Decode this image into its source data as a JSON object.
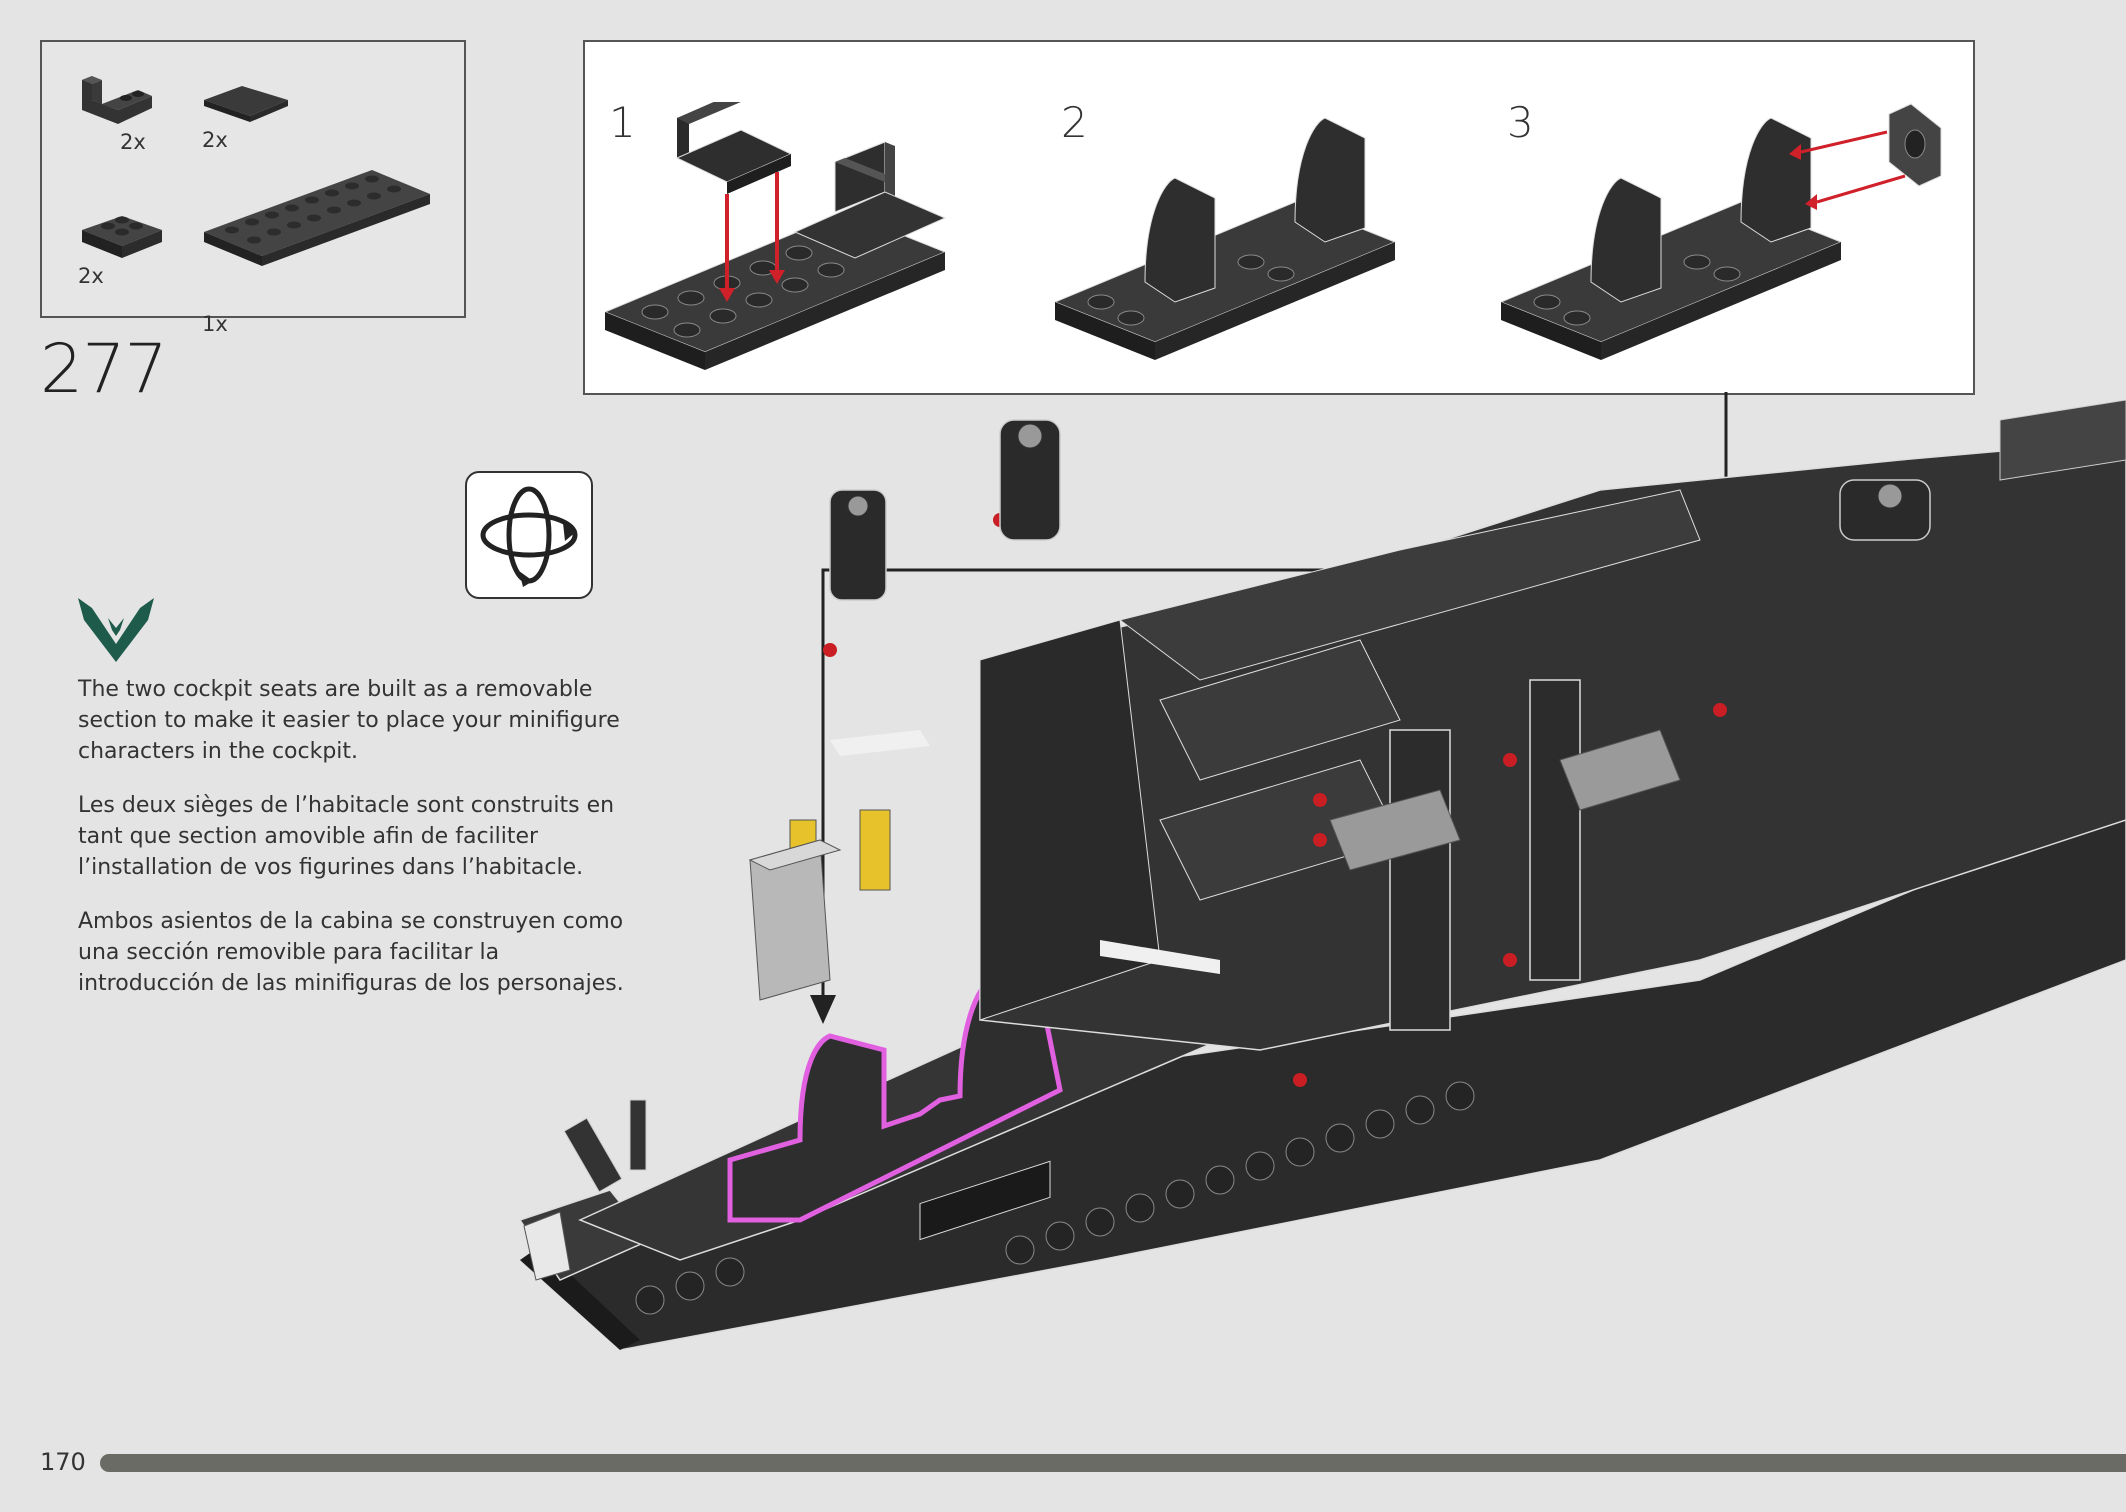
{
  "parts": [
    {
      "qty": "2x",
      "icon": "bracket-plate-icon"
    },
    {
      "qty": "2x",
      "icon": "tile-icon"
    },
    {
      "qty": "2x",
      "icon": "slope-plate-icon"
    },
    {
      "qty": "1x",
      "icon": "long-plate-icon"
    }
  ],
  "step": {
    "number": "277"
  },
  "substeps": [
    {
      "label": "1"
    },
    {
      "label": "2"
    },
    {
      "label": "3"
    }
  ],
  "rotate_icon": "rotate-model-icon",
  "brand_logo": "house-atreides-logo",
  "text": {
    "en": "The two cockpit seats are built as a removable section to make it easier to place your minifigure characters in the cockpit.",
    "fr": "Les deux sièges de l’habitacle sont construits en tant que section amovible afin de faciliter l’installation de vos figurines dans l’habitacle.",
    "es": "Ambos asientos de la cabina se construyen como una sección removible para facilitar la introducción de las minifiguras de los personajes."
  },
  "footer": {
    "page_number": "170",
    "progress_color": "#6b6b66"
  },
  "colors": {
    "background": "#e4e4e4",
    "brick_dark": "#2f2f2f",
    "highlight": "#e060e0",
    "arrow_red": "#d0202a"
  }
}
